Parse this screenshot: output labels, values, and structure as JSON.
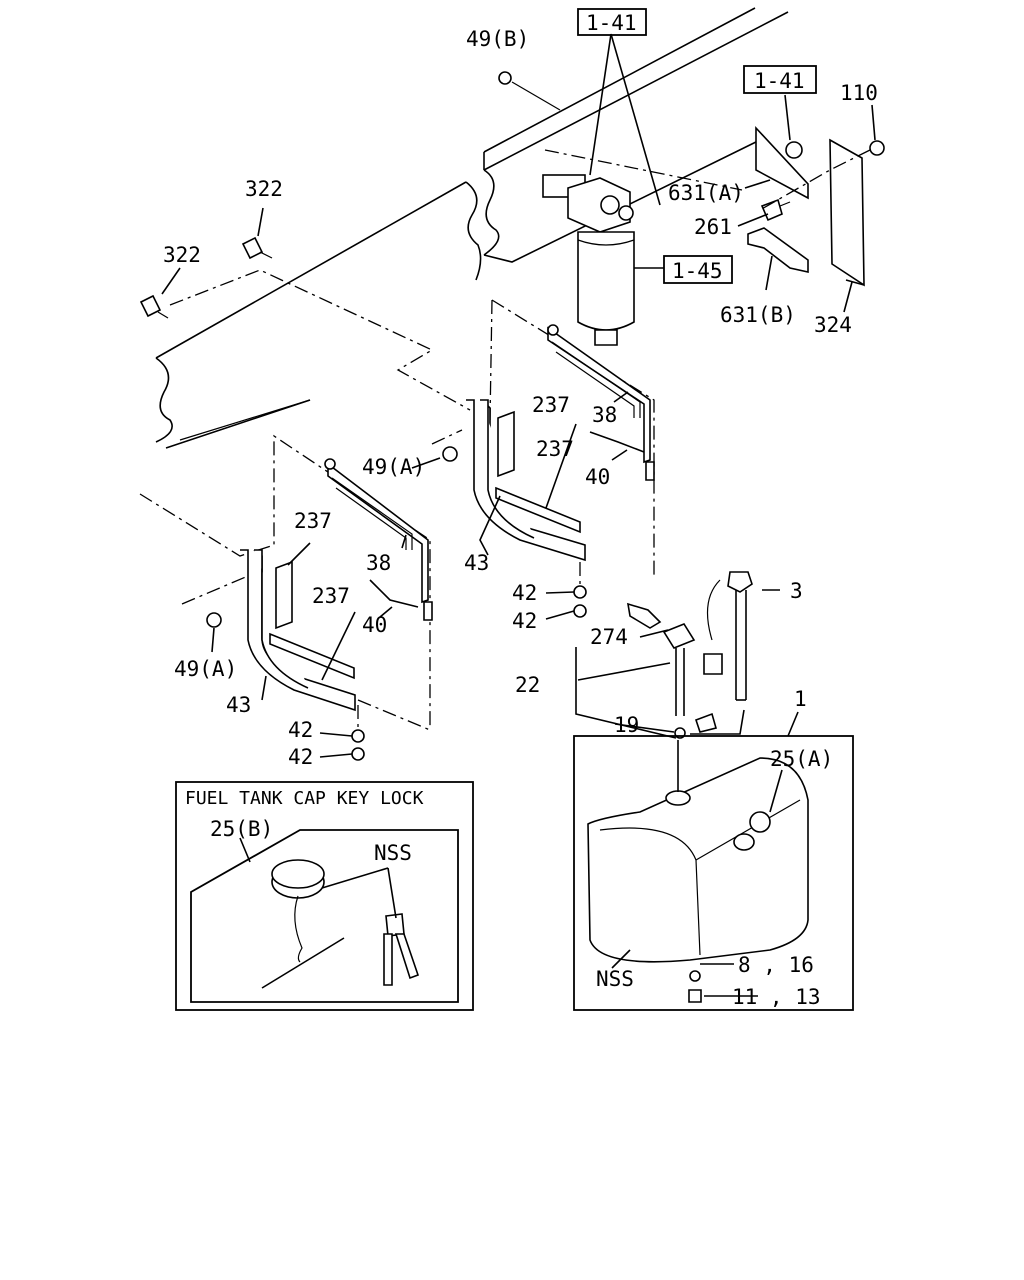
{
  "callouts": {
    "c49b": "49(B)",
    "ref141a": "1-41",
    "ref141b": "1-41",
    "c110": "110",
    "c322a": "322",
    "c322b": "322",
    "c631a": "631(A)",
    "c261": "261",
    "ref145": "1-45",
    "c631b": "631(B)",
    "c324": "324",
    "c237a": "237",
    "c38a": "38",
    "c237b": "237",
    "c49a1": "49(A)",
    "c40a": "40",
    "c237c": "237",
    "c43a": "43",
    "c38b": "38",
    "c237d": "237",
    "c40b": "40",
    "c42a": "42",
    "c42b": "42",
    "c3": "3",
    "c274": "274",
    "c49a2": "49(A)",
    "c22": "22",
    "c43b": "43",
    "c19": "19",
    "c1": "1",
    "c42c": "42",
    "c42d": "42",
    "c25a": "25(A)",
    "nss_tank": "NSS",
    "c816": "8 , 16",
    "c1113": "11 , 13"
  },
  "inset": {
    "title": "FUEL TANK CAP KEY LOCK",
    "c25b": "25(B)",
    "nss": "NSS"
  }
}
